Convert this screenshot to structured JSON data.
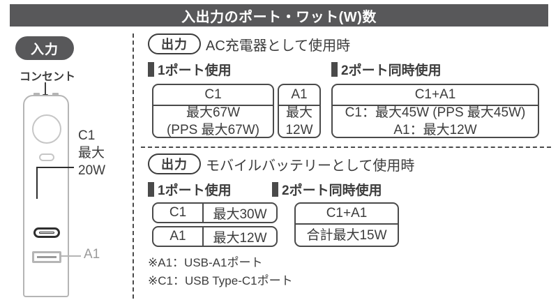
{
  "header": {
    "title": "入出力のポート・ワット(W)数",
    "bar_color": "#58585a"
  },
  "input_panel": {
    "badge": "入力",
    "outlet_label": "コンセント",
    "port_c_label": {
      "name": "C1",
      "line2": "最大",
      "line3": "20W"
    },
    "port_a_label": "A1"
  },
  "output_panel": {
    "ac_section": {
      "badge": "出力",
      "title": "AC充電器として使用時",
      "subhead_one_port": "1ポート使用",
      "subhead_two_port": "2ポート同時使用",
      "one_port": [
        {
          "header": "C1",
          "lines": [
            "最大67W",
            "(PPS 最大67W)"
          ]
        },
        {
          "header": "A1",
          "lines": [
            "最大",
            "12W"
          ]
        }
      ],
      "two_port": {
        "header": "C1+A1",
        "lines": [
          "C1：最大45W (PPS 最大45W)",
          "A1：最大12W"
        ]
      }
    },
    "battery_section": {
      "badge": "出力",
      "title": "モバイルバッテリーとして使用時",
      "subhead_one_port": "1ポート使用",
      "subhead_two_port": "2ポート同時使用",
      "one_port_rows": [
        {
          "port": "C1",
          "value": "最大30W"
        },
        {
          "port": "A1",
          "value": "最大12W"
        }
      ],
      "two_port": {
        "header": "C1+A1",
        "value": "合計最大15W"
      }
    },
    "footnotes": [
      "※A1：USB-A1ポート",
      "※C1：USB Type-C1ポート"
    ]
  }
}
